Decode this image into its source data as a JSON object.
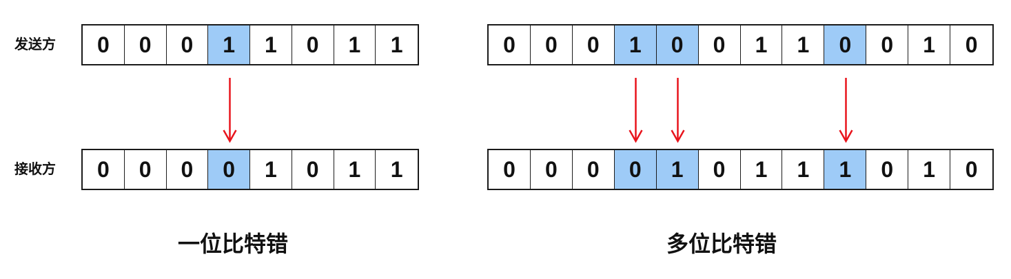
{
  "single_bit": {
    "sender_label": "发送方",
    "receiver_label": "接收方",
    "sender_bits": [
      "0",
      "0",
      "0",
      "1",
      "1",
      "0",
      "1",
      "1"
    ],
    "receiver_bits": [
      "0",
      "0",
      "0",
      "0",
      "1",
      "0",
      "1",
      "1"
    ],
    "flipped_positions": [
      3
    ],
    "caption": "一位比特错"
  },
  "multi_bit": {
    "sender_bits": [
      "0",
      "0",
      "0",
      "1",
      "0",
      "0",
      "1",
      "1",
      "0",
      "0",
      "1",
      "0"
    ],
    "receiver_bits": [
      "0",
      "0",
      "0",
      "0",
      "1",
      "0",
      "1",
      "1",
      "1",
      "0",
      "1",
      "0"
    ],
    "flipped_positions": [
      3,
      4,
      8
    ],
    "caption": "多位比特错"
  },
  "colors": {
    "flip_highlight": "#9ecbf7",
    "arrow": "#e8141c",
    "border": "#1a1a1a"
  }
}
